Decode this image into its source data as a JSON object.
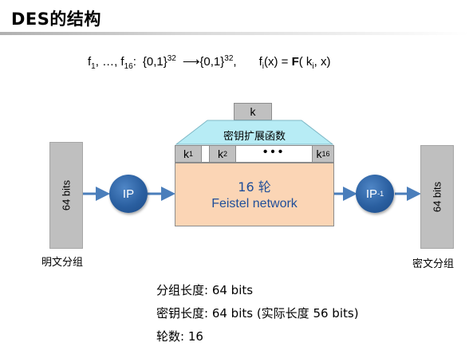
{
  "title": "DES的结构",
  "formula": {
    "f1": "f",
    "f1_sub": "1",
    "sep": ", …, ",
    "f16": "f",
    "f16_sub": "16",
    "colon": ":",
    "domain": "{0,1}",
    "domain_sup": "32",
    "arrow": "⟶",
    "codomain": "{0,1}",
    "codomain_sup": "32",
    "comma": ",",
    "fi": "f",
    "fi_sub": "i",
    "fi_arg": "(x) = ",
    "F": "F",
    "F_open": "( k",
    "k_sub": "i",
    "F_close": ", x)"
  },
  "diagram": {
    "plaintext_bits": "64  bits",
    "plaintext_label": "明文分组",
    "ip_label": "IP",
    "key_label": "k",
    "key_expansion_label": "密钥扩展函数",
    "round_keys": [
      {
        "base": "k",
        "sub": "1"
      },
      {
        "base": "k",
        "sub": "2"
      },
      {
        "base": "k",
        "sub": "16"
      }
    ],
    "ellipsis": "• • •",
    "rounds_label": "16 轮",
    "network_label": "Feistel network",
    "ip_inv_base": "IP",
    "ip_inv_sup": "-1",
    "ciphertext_bits": "64  bits",
    "ciphertext_label": "密文分组"
  },
  "info": {
    "block_length": "分组长度:  64 bits",
    "key_length": "密钥长度:  64 bits  (实际长度 56 bits)",
    "rounds": "轮数:  16"
  },
  "colors": {
    "circle_blue": "#2a5fa0",
    "teal_expansion": "#b7ecf5",
    "feistel_fill": "#fbd5b5",
    "feistel_text": "#1f4e9a",
    "arrow_blue": "#4a7ebb",
    "gray_box": "#bfbfbf"
  }
}
